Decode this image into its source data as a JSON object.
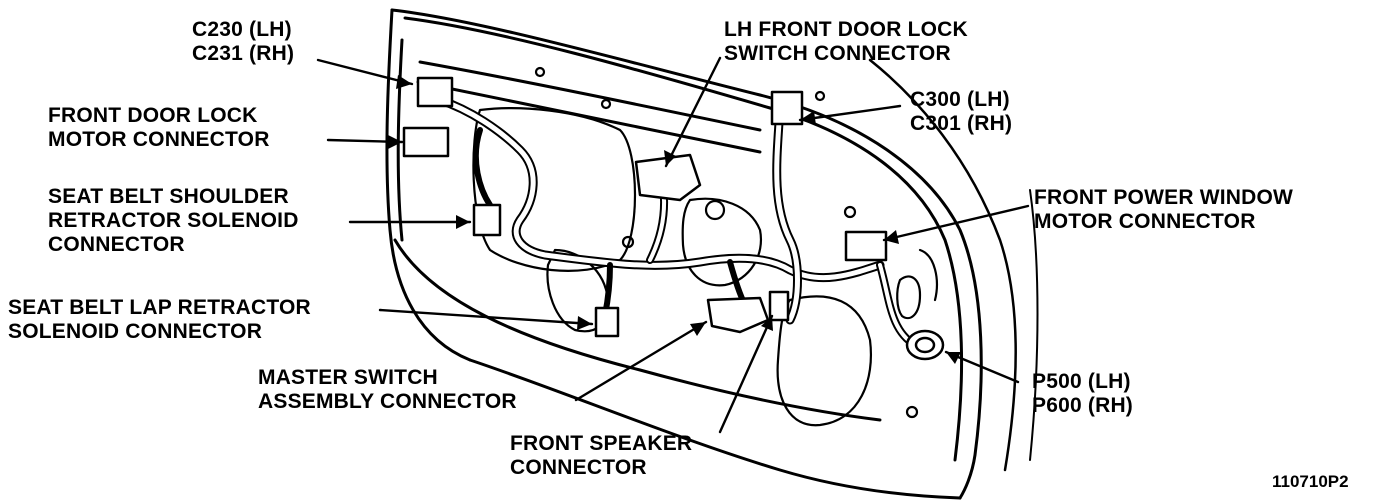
{
  "labels": {
    "c230": {
      "line1": "C230 (LH)",
      "line2": "C231 (RH)"
    },
    "door_lock_motor": {
      "line1": "FRONT DOOR LOCK",
      "line2": "MOTOR CONNECTOR"
    },
    "shoulder_retractor": {
      "line1": "SEAT BELT SHOULDER",
      "line2": "RETRACTOR SOLENOID",
      "line3": "CONNECTOR"
    },
    "lap_retractor": {
      "line1": "SEAT BELT LAP RETRACTOR",
      "line2": "SOLENOID CONNECTOR"
    },
    "master_switch": {
      "line1": "MASTER SWITCH",
      "line2": "ASSEMBLY CONNECTOR"
    },
    "front_speaker": {
      "line1": "FRONT SPEAKER",
      "line2": "CONNECTOR"
    },
    "lh_lock_switch": {
      "line1": "LH FRONT DOOR LOCK",
      "line2": "SWITCH CONNECTOR"
    },
    "c300": {
      "line1": "C300 (LH)",
      "line2": "C301 (RH)"
    },
    "power_window": {
      "line1": "FRONT POWER WINDOW",
      "line2": "MOTOR CONNECTOR"
    },
    "p500": {
      "line1": "P500 (LH)",
      "line2": "P600 (RH)"
    }
  },
  "figure_id": "110710P2",
  "colors": {
    "ink": "#000000",
    "paper": "#ffffff"
  }
}
